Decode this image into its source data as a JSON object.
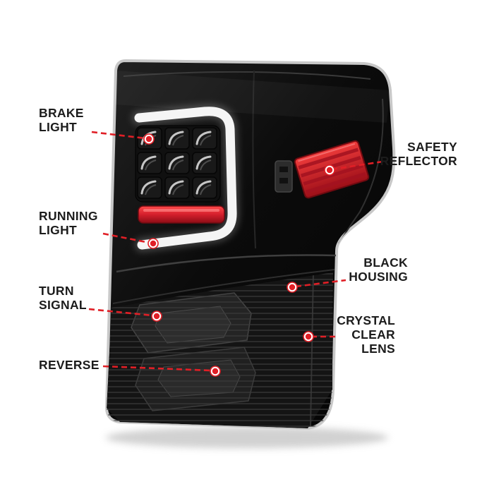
{
  "page": {
    "background": "#ffffff"
  },
  "colors": {
    "callout_red": "#e01f26",
    "label_text": "#1c1c1c",
    "chrome_edge": "#c8c8c8",
    "housing_black": "#0b0b0b",
    "reflector_red": "#d41f2c",
    "running_light_red": "#d0101d",
    "light_bar_white": "#f5f5f5",
    "shadow_gray": "#c9c9c9"
  },
  "callouts": {
    "left": [
      {
        "id": "brake-light",
        "label": "BRAKE\nLIGHT"
      },
      {
        "id": "running-light",
        "label": "RUNNING\nLIGHT"
      },
      {
        "id": "turn-signal",
        "label": "TURN\nSIGNAL"
      },
      {
        "id": "reverse",
        "label": "REVERSE"
      }
    ],
    "right": [
      {
        "id": "safety-reflector",
        "label": "SAFETY\nREFLECTOR"
      },
      {
        "id": "black-housing",
        "label": "BLACK\nHOUSING"
      },
      {
        "id": "crystal-clear-lens",
        "label": "CRYSTAL\nCLEAR\nLENS"
      }
    ]
  }
}
